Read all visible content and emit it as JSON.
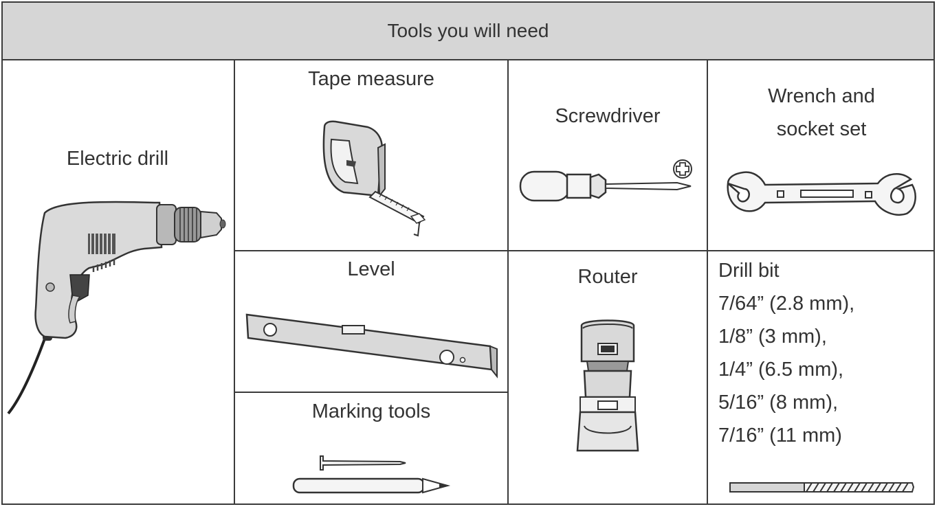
{
  "table": {
    "title": "Tools you will need",
    "tools": {
      "electric_drill": "Electric drill",
      "tape_measure": "Tape measure",
      "screwdriver": "Screwdriver",
      "wrench_line1": "Wrench and",
      "wrench_line2": "socket set",
      "level": "Level",
      "marking_tools": "Marking tools",
      "router": "Router",
      "drill_bit": "Drill bit",
      "drill_bit_sizes": [
        "7/64” (2.8 mm),",
        "1/8” (3 mm),",
        "1/4” (6.5 mm),",
        "5/16” (8 mm),",
        "7/16” (11 mm)"
      ]
    }
  },
  "icons": [
    "drill-icon",
    "tape-measure-icon",
    "screwdriver-icon",
    "wrench-icon",
    "level-icon",
    "nail-icon",
    "pencil-icon",
    "router-icon",
    "drill-bit-icon"
  ],
  "colors": {
    "header_bg": "#d6d6d6",
    "border": "#3a3a3a",
    "tool_fill": "#d9d9d9"
  }
}
